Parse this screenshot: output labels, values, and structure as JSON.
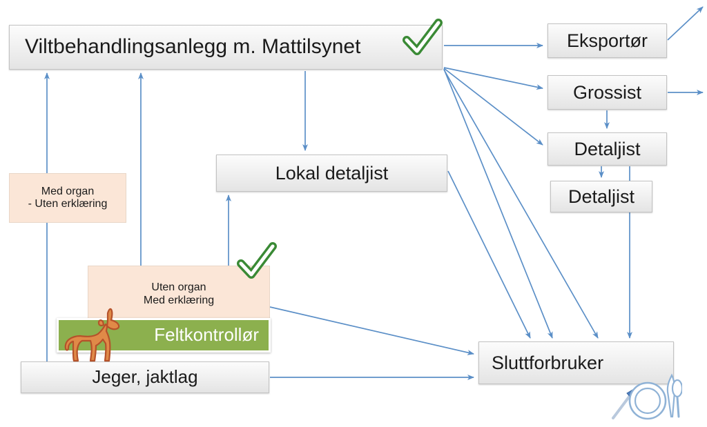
{
  "diagram": {
    "title_present": false,
    "colors": {
      "arrow": "#5b8fc7",
      "box_fill_gray": "#f1f1f1",
      "box_border_gray": "#c2c2c2",
      "box_fill_peach": "#fbe6d7",
      "box_border_peach": "#e8d6c7",
      "box_fill_green": "#8cb04e",
      "check_green": "#3a8a35",
      "deer_orange": "#e08a48",
      "deer_outline": "#b5522a",
      "text_dark": "#1a1a1a",
      "text_light": "#ffffff"
    },
    "nodes": [
      {
        "id": "viltbehandlingsanlegg",
        "label": "Viltbehandlingsanlegg m. Mattilsynet",
        "style": "gray"
      },
      {
        "id": "eksportor",
        "label": "Eksportør",
        "style": "gray"
      },
      {
        "id": "grossist",
        "label": "Grossist",
        "style": "gray"
      },
      {
        "id": "detaljist_1",
        "label": "Detaljist",
        "style": "gray"
      },
      {
        "id": "detaljist_2",
        "label": "Detaljist",
        "style": "gray"
      },
      {
        "id": "lokal_detaljist",
        "label": "Lokal detaljist",
        "style": "gray"
      },
      {
        "id": "sluttforbruker",
        "label": "Sluttforbruker",
        "style": "gray"
      },
      {
        "id": "med_organ",
        "label": "Med organ\n- Uten erklæring",
        "style": "peach"
      },
      {
        "id": "uten_organ",
        "label": "Uten organ\nMed erklæring",
        "style": "peach"
      },
      {
        "id": "feltkontrollor",
        "label": "Feltkontrollør",
        "style": "green"
      },
      {
        "id": "jeger",
        "label": "Jeger, jaktlag",
        "style": "gray"
      }
    ],
    "icons": [
      {
        "id": "check_anlegg",
        "name": "green-checkmark-icon",
        "near": "viltbehandlingsanlegg"
      },
      {
        "id": "check_felt",
        "name": "green-checkmark-icon",
        "near": "feltkontrollor"
      },
      {
        "id": "deer",
        "name": "deer-icon",
        "near": "feltkontrollor"
      },
      {
        "id": "plate",
        "name": "plate-cutlery-icon",
        "near": "sluttforbruker"
      }
    ],
    "edges": [
      {
        "from": "viltbehandlingsanlegg",
        "to": "eksportor"
      },
      {
        "from": "viltbehandlingsanlegg",
        "to": "grossist"
      },
      {
        "from": "viltbehandlingsanlegg",
        "to": "detaljist_1"
      },
      {
        "from": "viltbehandlingsanlegg",
        "to": "sluttforbruker"
      },
      {
        "from": "viltbehandlingsanlegg",
        "to": "sluttforbruker"
      },
      {
        "from": "viltbehandlingsanlegg",
        "to": "lokal_detaljist"
      },
      {
        "from": "eksportor",
        "to": "off-page-upper-right"
      },
      {
        "from": "grossist",
        "to": "off-page-right"
      },
      {
        "from": "grossist",
        "to": "detaljist_1"
      },
      {
        "from": "detaljist_1",
        "to": "detaljist_2"
      },
      {
        "from": "detaljist_1",
        "to": "sluttforbruker"
      },
      {
        "from": "lokal_detaljist",
        "to": "sluttforbruker"
      },
      {
        "from": "med_organ",
        "to": "viltbehandlingsanlegg"
      },
      {
        "from": "uten_organ",
        "to": "viltbehandlingsanlegg"
      },
      {
        "from": "uten_organ",
        "to": "lokal_detaljist"
      },
      {
        "from": "uten_organ",
        "to": "sluttforbruker"
      },
      {
        "from": "jeger",
        "to": "sluttforbruker"
      }
    ]
  }
}
